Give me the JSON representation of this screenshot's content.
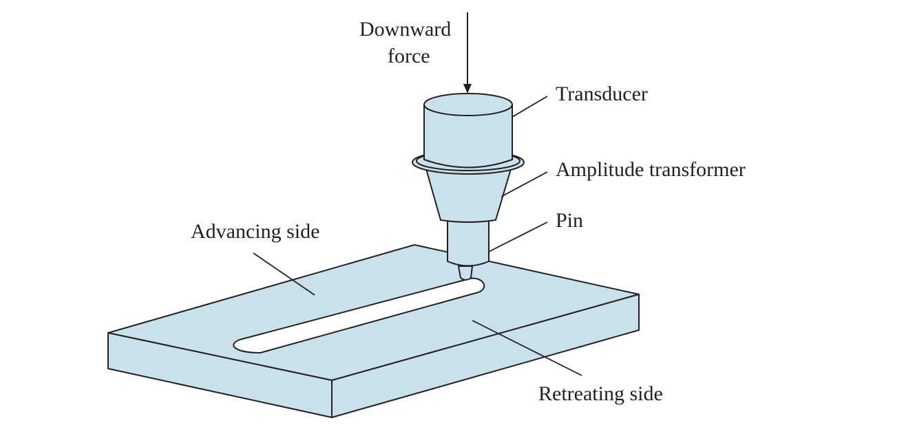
{
  "labels": {
    "downward_force_line1": "Downward",
    "downward_force_line2": "force",
    "transducer": "Transducer",
    "amplitude_transformer": "Amplitude transformer",
    "pin": "Pin",
    "advancing_side": "Advancing side",
    "retreating_side": "Retreating side"
  },
  "colors": {
    "fill": "#c9e1ea",
    "stroke": "#231f20",
    "slot": "#ffffff"
  }
}
